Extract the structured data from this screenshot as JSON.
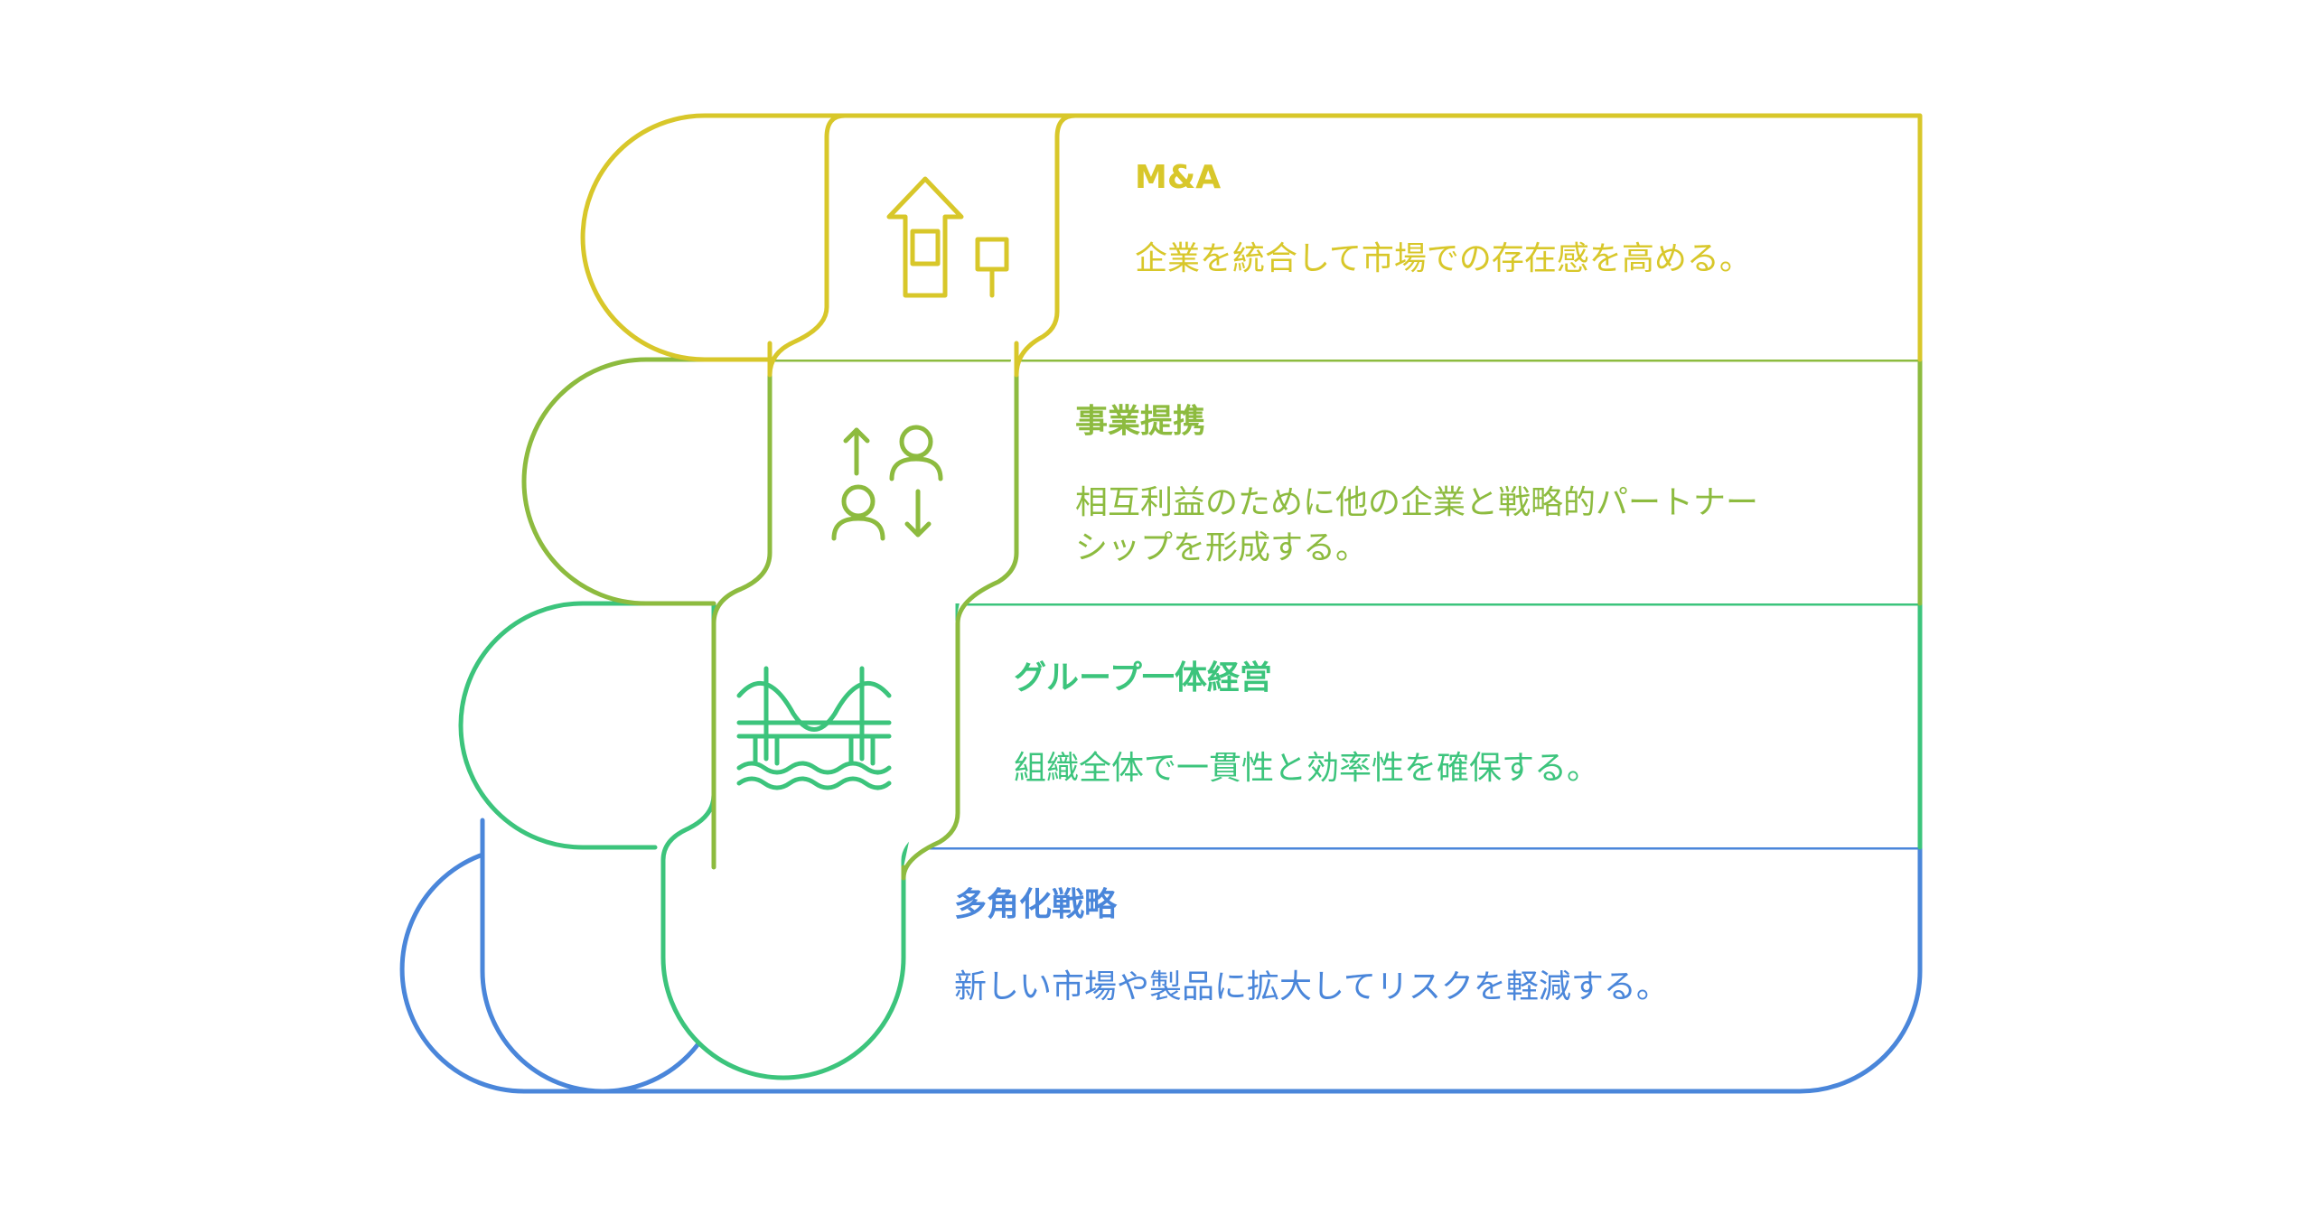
{
  "diagram": {
    "tiers": [
      {
        "title": "M&A",
        "description": "企業を統合して市場での存在感を高める。",
        "color": "#D8C72A",
        "icon": "house-signpost-icon"
      },
      {
        "title": "事業提携",
        "description": "相互利益のために他の企業と戦略的パートナーシップを形成する。",
        "color": "#8DBB3F",
        "icon": "exchange-people-icon"
      },
      {
        "title": "グループ一体経営",
        "description": "組織全体で一貫性と効率性を確保する。",
        "color": "#3CC47C",
        "icon": "bridge-icon"
      },
      {
        "title": "多角化戦略",
        "description": "新しい市場や製品に拡大してリスクを軽減する。",
        "color": "#4A86DA",
        "icon": "people-growth-arrow-icon"
      }
    ]
  }
}
